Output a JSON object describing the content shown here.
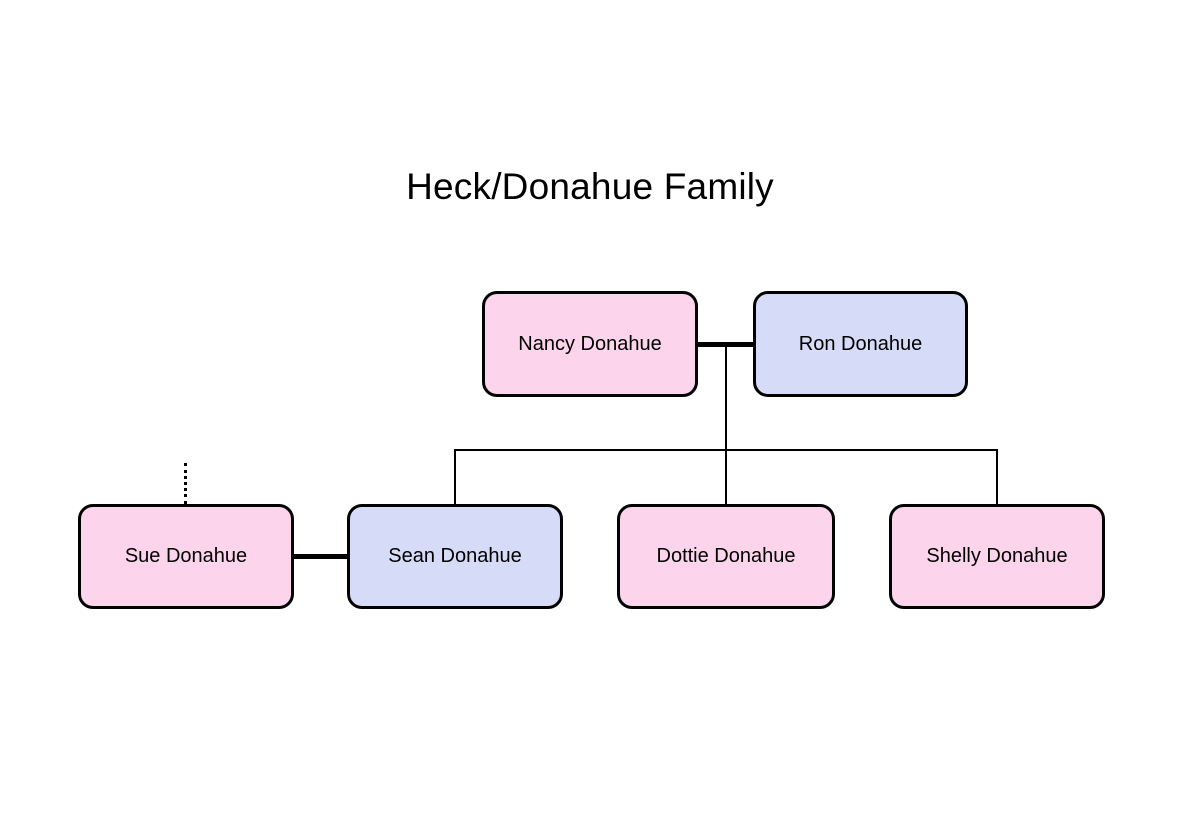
{
  "title": "Heck/Donahue Family",
  "tree": {
    "type": "family-tree",
    "nodes": {
      "nancy": {
        "label": "Nancy Donahue",
        "fill": "pink"
      },
      "ron": {
        "label": "Ron Donahue",
        "fill": "blue"
      },
      "sue": {
        "label": "Sue Donahue",
        "fill": "pink"
      },
      "sean": {
        "label": "Sean Donahue",
        "fill": "blue"
      },
      "dottie": {
        "label": "Dottie Donahue",
        "fill": "pink"
      },
      "shelly": {
        "label": "Shelly Donahue",
        "fill": "pink"
      }
    },
    "relationships": {
      "marriages": [
        [
          "Nancy Donahue",
          "Ron Donahue"
        ],
        [
          "Sue Donahue",
          "Sean Donahue"
        ]
      ],
      "children_of": {
        "parents": [
          "Nancy Donahue",
          "Ron Donahue"
        ],
        "children": [
          "Sean Donahue",
          "Dottie Donahue",
          "Shelly Donahue"
        ]
      },
      "dotted_unknown_ancestor_link": "Sue Donahue"
    }
  },
  "colors": {
    "pink_fill": "#fcd4eb",
    "blue_fill": "#d6dbf7",
    "node_border": "#000000",
    "line": "#000000",
    "text": "#000000",
    "background": "#ffffff"
  }
}
